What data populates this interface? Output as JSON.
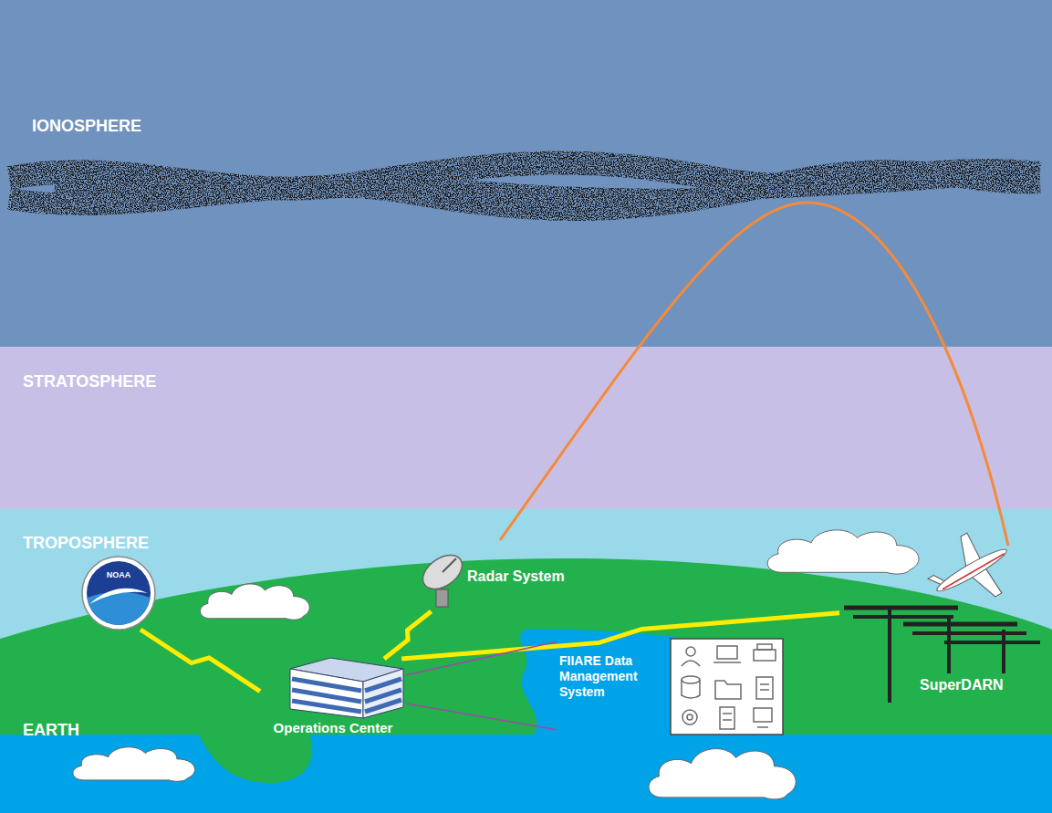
{
  "diagram": {
    "nodes": [
      {
        "text": [
          "IONOSPHERE"
        ]
      },
      {
        "text": [
          "STRATOSPHERE"
        ]
      },
      {
        "text": [
          "TROPOSPHERE"
        ]
      },
      {
        "text": [
          "NOAA"
        ]
      },
      {
        "text": [
          "Radar System"
        ]
      },
      {
        "text": [
          "Operations Center"
        ]
      },
      {
        "text": [
          "FIIARE Data Management System"
        ]
      },
      {
        "text": [
          "SuperDARN"
        ]
      },
      {
        "text": [
          "EARTH"
        ]
      }
    ],
    "edges": [
      {
        "from": 3,
        "to": 5,
        "arrow": "none"
      },
      {
        "from": 4,
        "to": 5,
        "arrow": "none"
      },
      {
        "from": 7,
        "to": 5,
        "arrow": "none"
      },
      {
        "from": 5,
        "to": 6,
        "arrow": "none"
      },
      {
        "from": 5,
        "to": 6,
        "arrow": "none"
      }
    ]
  }
}
